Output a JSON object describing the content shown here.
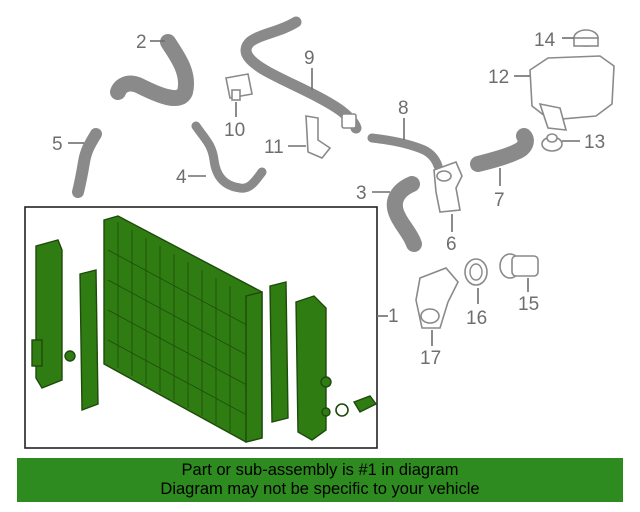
{
  "callouts": {
    "c1": "1",
    "c2": "2",
    "c3": "3",
    "c4": "4",
    "c5": "5",
    "c6": "6",
    "c7": "7",
    "c8": "8",
    "c9": "9",
    "c10": "10",
    "c11": "11",
    "c12": "12",
    "c13": "13",
    "c14": "14",
    "c15": "15",
    "c16": "16",
    "c17": "17"
  },
  "banner": {
    "line1": "Part or sub-assembly is #1 in diagram",
    "line2": "Diagram may not be specific to your vehicle"
  },
  "colors": {
    "highlight_green": "#2f7d12",
    "banner_green": "#2e8b1f",
    "line_gray": "#6e6e6e"
  }
}
